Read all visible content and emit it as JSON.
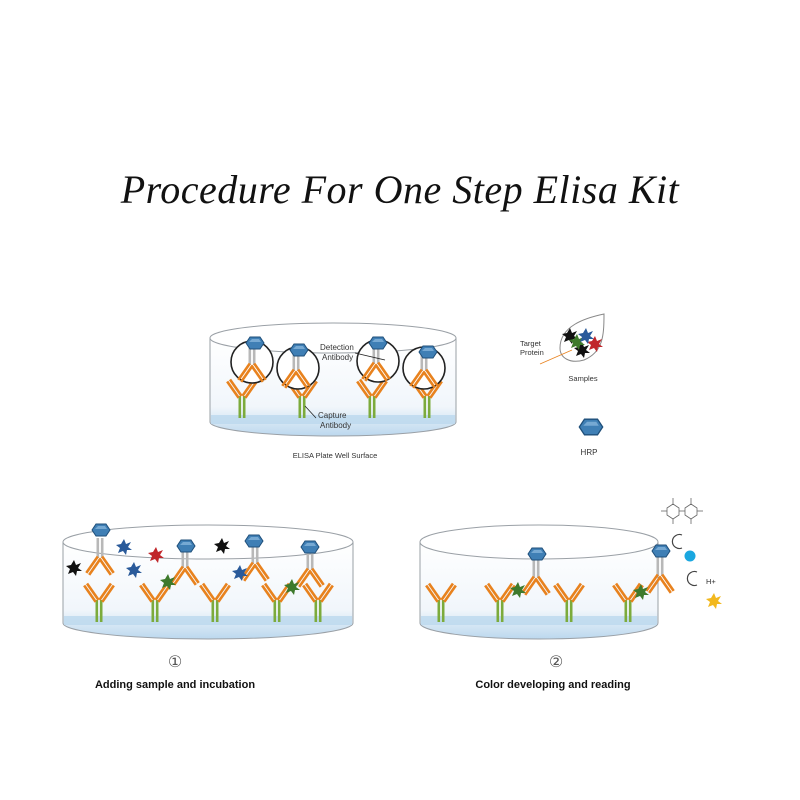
{
  "title": "Procedure For One Step Elisa Kit",
  "legend": {
    "detection_label_1": "Detection",
    "detection_label_2": "Antibody",
    "capture_label_1": "Capture",
    "capture_label_2": "Antibody",
    "well_surface_label": "ELISA Plate Well Surface",
    "target_label_1": "Target",
    "target_label_2": "Protein",
    "samples_label": "Samples",
    "hrp_label": "HRP"
  },
  "steps": [
    {
      "number": "①",
      "label": "Adding sample and incubation"
    },
    {
      "number": "②",
      "label": "Color developing and reading"
    }
  ],
  "reaction": {
    "proton_label": "H+"
  },
  "colors": {
    "antibody_orange": "#e8821e",
    "antibody_green": "#7cab3c",
    "hrp_blue": "#3f7fb5",
    "well_blue": "#bcd8ee",
    "sample_black": "#111111",
    "sample_red": "#c0262a",
    "sample_green": "#3e7a2c",
    "sample_blue": "#2a5a9a",
    "product_yellow": "#f2b81e",
    "product_cyan": "#1aa7e0"
  }
}
